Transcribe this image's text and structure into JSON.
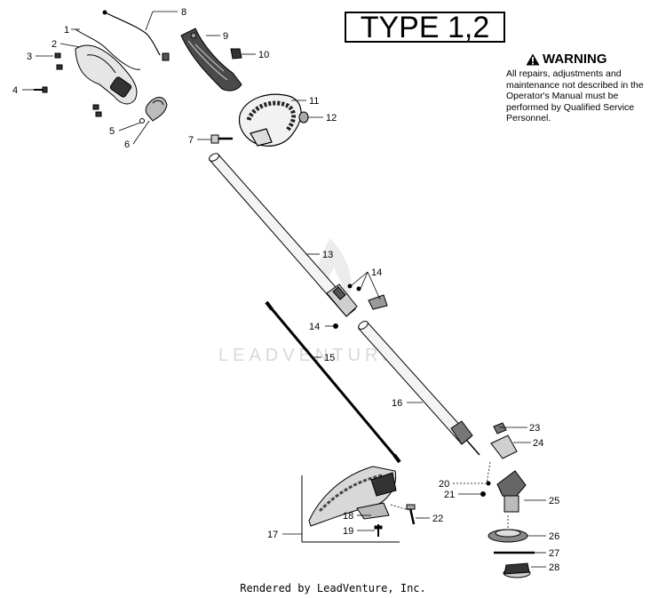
{
  "type_label": "TYPE 1,2",
  "warning": {
    "title": "WARNING",
    "text": "All repairs, adjustments and maintenance not described in the Operator's Manual must be performed by Qualified Service Personnel."
  },
  "watermark": "LEADVENTURE",
  "footer": "Rendered by LeadVenture, Inc.",
  "callouts": {
    "c1": "1",
    "c2": "2",
    "c3": "3",
    "c4": "4",
    "c5": "5",
    "c6": "6",
    "c7": "7",
    "c8": "8",
    "c9": "9",
    "c10": "10",
    "c11": "11",
    "c12": "12",
    "c13": "13",
    "c14a": "14",
    "c14b": "14",
    "c15": "15",
    "c16": "16",
    "c17": "17",
    "c18": "18",
    "c19": "19",
    "c20": "20",
    "c21": "21",
    "c22": "22",
    "c23": "23",
    "c24": "24",
    "c25": "25",
    "c26": "26",
    "c27": "27",
    "c28": "28"
  }
}
